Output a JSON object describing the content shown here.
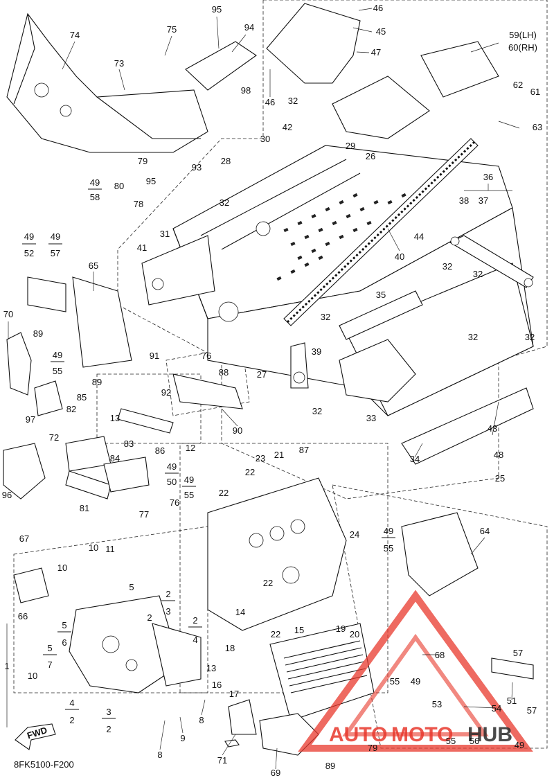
{
  "diagram_code": "8FK5100-F200",
  "fwd_label": "FWD",
  "watermark": {
    "part1": "AUTO",
    "part2": "MOTO",
    "part3": "HUB",
    "color_main": "#e8382c",
    "color_dark": "#2b2b2b"
  },
  "callouts": {
    "c1": "1",
    "c2": "2",
    "c3": "3",
    "c4": "4",
    "c5": "5",
    "c6": "6",
    "c7": "7",
    "c8": "8",
    "c9": "9",
    "c10": "10",
    "c11": "11",
    "c12": "12",
    "c13": "13",
    "c14": "14",
    "c15": "15",
    "c16": "16",
    "c17": "17",
    "c18": "18",
    "c19": "19",
    "c20": "20",
    "c21": "21",
    "c22": "22",
    "c23": "23",
    "c24": "24",
    "c25": "25",
    "c26": "26",
    "c27": "27",
    "c28": "28",
    "c29": "29",
    "c30": "30",
    "c31": "31",
    "c32": "32",
    "c33": "33",
    "c34": "34",
    "c35": "35",
    "c36": "36",
    "c37": "37",
    "c38": "38",
    "c39": "39",
    "c40": "40",
    "c41": "41",
    "c42": "42",
    "c43": "43",
    "c44": "44",
    "c45": "45",
    "c46": "46",
    "c47": "47",
    "c48": "48",
    "c49": "49",
    "c50": "50",
    "c51": "51",
    "c52": "52",
    "c53": "53",
    "c54": "54",
    "c55": "55",
    "c56": "56",
    "c57": "57",
    "c58": "58",
    "c59": "59(LH)",
    "c60": "60(RH)",
    "c61": "61",
    "c62": "62",
    "c63": "63",
    "c64": "64",
    "c65": "65",
    "c66": "66",
    "c67": "67",
    "c68": "68",
    "c69": "69",
    "c70": "70",
    "c71": "71",
    "c72": "72",
    "c73": "73",
    "c74": "74",
    "c75": "75",
    "c76": "76",
    "c77": "77",
    "c78": "78",
    "c79": "79",
    "c80": "80",
    "c81": "81",
    "c82": "82",
    "c83": "83",
    "c84": "84",
    "c85": "85",
    "c86": "86",
    "c87": "87",
    "c88": "88",
    "c89": "89",
    "c90": "90",
    "c91": "91",
    "c92": "92",
    "c93": "93",
    "c94": "94",
    "c95": "95",
    "c96": "96",
    "c97": "97",
    "c98": "98"
  }
}
